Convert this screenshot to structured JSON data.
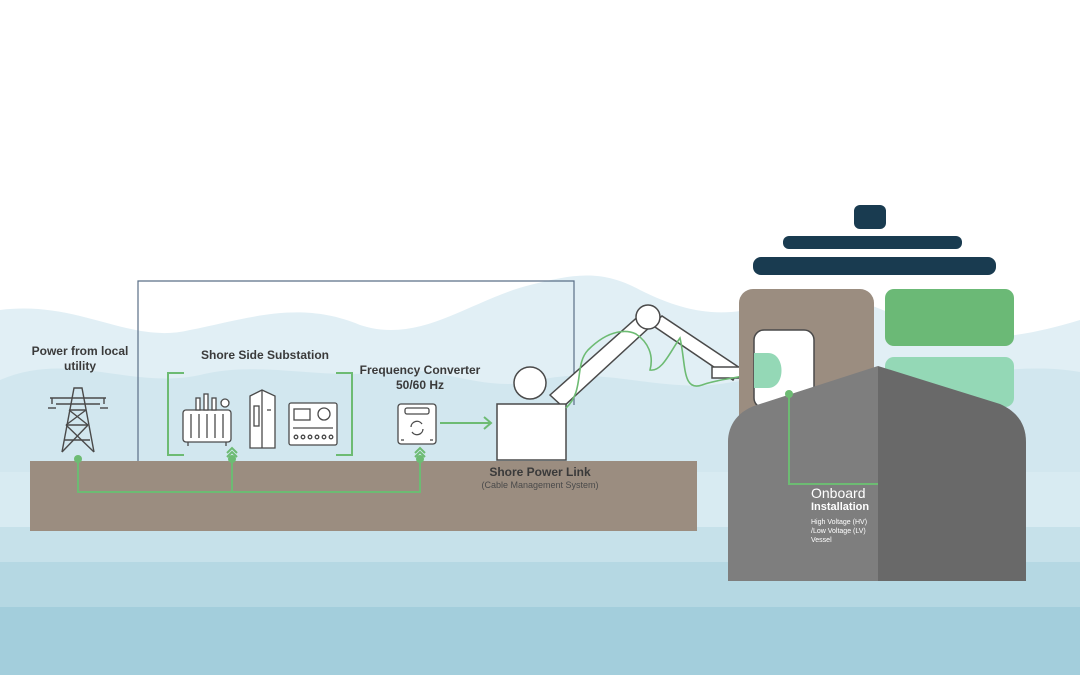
{
  "labels": {
    "utility_line1": "Power from local",
    "utility_line2": "utility",
    "substation": "Shore Side Substation",
    "converter_line1": "Frequency Converter",
    "converter_line2": "50/60 Hz",
    "link_title": "Shore Power Link",
    "link_sub": "(Cable Management System)",
    "onboard_title": "Onboard",
    "onboard_sub": "Installation",
    "onboard_line1": "High Voltage (HV)",
    "onboard_line2": "/Low Voltage (LV)",
    "onboard_line3": "Vessel"
  },
  "icons": [
    "transmission-tower-icon",
    "transformer-icon",
    "switchgear-cabinet-icon",
    "control-panel-icon",
    "frequency-converter-icon"
  ],
  "colors": {
    "green_line": "#6dbb73",
    "ground": "#9b8d80",
    "ship_hull_light": "#7e7e7e",
    "ship_hull_dark": "#696969",
    "ship_superstructure": "#9b8d80",
    "ship_navy": "#193b50",
    "container_green": "#6bb976",
    "container_light_green": "#94d8b6",
    "sea_light": "#cfe6ee",
    "sea_dark": "#9fcbd9"
  }
}
